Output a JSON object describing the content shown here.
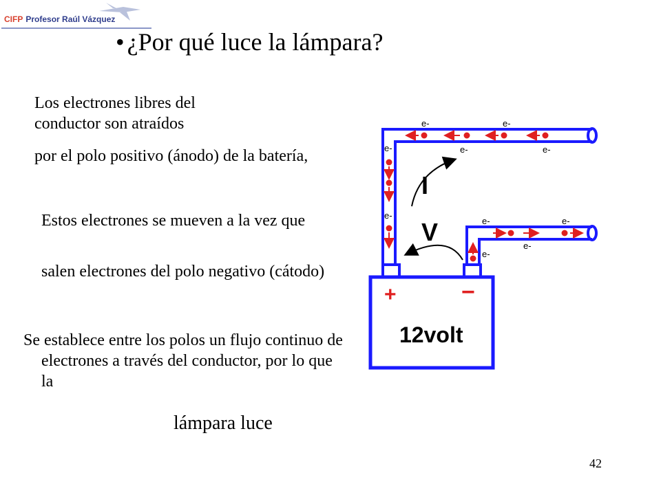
{
  "header": {
    "logo_brand": "CIFP",
    "logo_name": "Profesor Raúl Vázquez"
  },
  "title": {
    "bullet": "•",
    "text": "¿Por qué luce la lámpara?"
  },
  "paragraphs": {
    "p1": "Los electrones libres del conductor son atraídos",
    "p2": "por el polo positivo (ánodo) de la batería,",
    "p3": "Estos electrones se mueven a la vez que",
    "p4": "salen electrones del polo negativo (cátodo)",
    "p5": "Se establece entre los polos un flujo continuo de electrones a través del conductor, por lo que la",
    "p6": "lámpara luce"
  },
  "diagram": {
    "current_label": "I",
    "voltage_label": "V",
    "electron_label": "e-",
    "positive_sign": "+",
    "negative_sign": "−",
    "battery_label": "12volt",
    "colors": {
      "wire": "#1a1aff",
      "electron": "#e02020",
      "text": "#000000"
    }
  },
  "footer": {
    "page_number": "42"
  }
}
